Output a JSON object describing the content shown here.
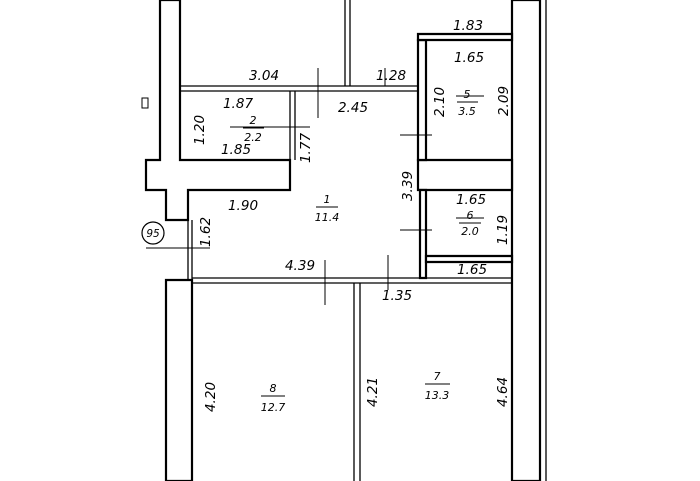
{
  "marker": "95",
  "rooms": [
    {
      "id": "r1",
      "number": "1",
      "area": "11.4"
    },
    {
      "id": "r2",
      "number": "2",
      "area": "2.2"
    },
    {
      "id": "r5",
      "number": "5",
      "area": "3.5"
    },
    {
      "id": "r6",
      "number": "6",
      "area": "2.0"
    },
    {
      "id": "r7",
      "number": "7",
      "area": "13.3"
    },
    {
      "id": "r8",
      "number": "8",
      "area": "12.7"
    }
  ],
  "dimensions": {
    "top_right_width": "1.83",
    "room5_width": "1.65",
    "corridor_top_left": "3.04",
    "corridor_top_mid": "1.28",
    "room5_left_height": "2.10",
    "room5_right_height": "2.09",
    "room2_width_top": "1.87",
    "room2_height": "1.20",
    "room2_width_bottom": "1.85",
    "hall_width_top": "2.45",
    "hall_left_height": "1.77",
    "hall_right_height": "3.39",
    "hall_left_width": "1.90",
    "room6_width": "1.65",
    "room6_height": "1.19",
    "entry_height": "1.62",
    "hall_bottom_width": "4.39",
    "room7_width": "1.65",
    "hall_bottom_right": "1.35",
    "room8_height": "4.20",
    "room7_left_height": "4.21",
    "room7_right_height": "4.64"
  }
}
